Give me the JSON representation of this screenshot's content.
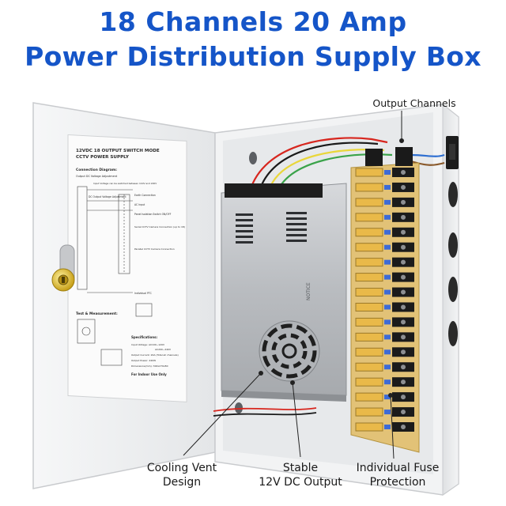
{
  "headline": {
    "line1": "18 Channels 20 Amp",
    "line2": "Power Distribution Supply Box"
  },
  "callouts": {
    "output_channels": "Output Channels",
    "cooling_vent_line1": "Cooling Vent",
    "cooling_vent_line2": "Design",
    "stable_output_line1": "Stable",
    "stable_output_line2": "12V DC Output",
    "fuse_protection_line1": "Individual Fuse",
    "fuse_protection_line2": "Protection"
  },
  "door_label": {
    "title_line1": "12VDC 18 OUTPUT SWITCH MODE",
    "title_line2": "CCTV POWER SUPPLY",
    "connection_heading": "Connection Diagram:",
    "output_adjust": "Output DC Voltage Adjustment",
    "input_voltage_note": "Input Voltage can be switched between 110V and 220V",
    "earth_connection": "Earth Connection",
    "ac_input": "AC Input",
    "panel_isolation": "Panel Isolation Switch ON/OFF",
    "dc_output_label": "DC Output Voltage Adjustment",
    "serial_cctv": "Serial CCTV Camera Connection (up to 18)",
    "parallel_cctv": "Parallel CCTV Camera Connection",
    "individual_ptc": "Individual PTC",
    "test_heading": "Test & Measurement:",
    "specs_heading": "Specifications:",
    "spec_input_voltage": "Input Voltage: AC100~120V",
    "spec_input_voltage2": "AC200~240V",
    "spec_output_current": "Output Current: 20A (Total all channels)",
    "spec_output_power": "Output Power: 240W",
    "spec_dimensions": "Dimensions(mm): 300x270x80",
    "indoor_only": "For Indoor Use Only"
  },
  "psu_brand": "NOTICE",
  "colors": {
    "headline": "#1555c8",
    "fuse_yellow": "#e9b949",
    "fuse_box": "#d9ae4c",
    "terminal_black": "#1b1b1b",
    "enclosure": "#eef0f1",
    "psu_metal": "#b8bbbf"
  }
}
